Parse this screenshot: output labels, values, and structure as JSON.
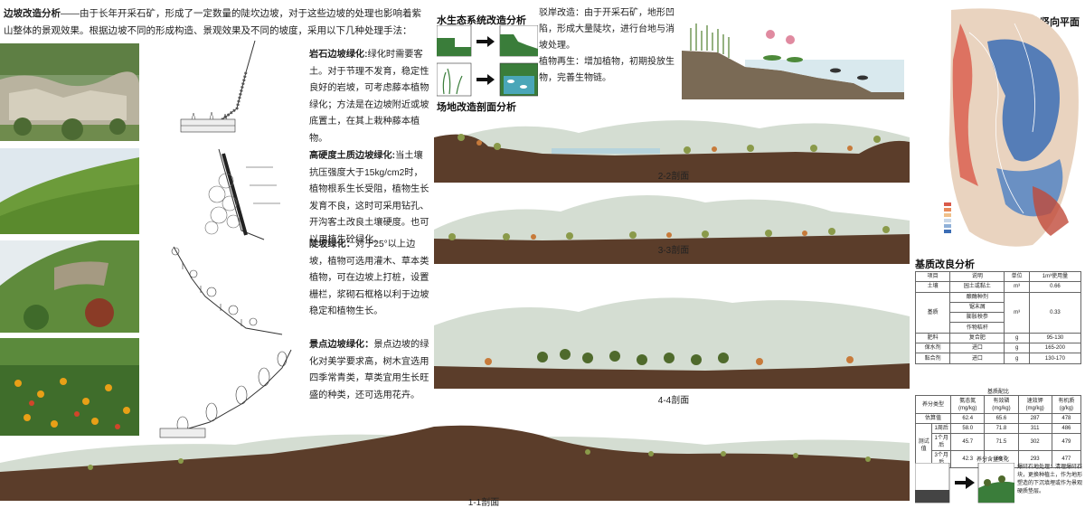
{
  "intro": {
    "title": "边坡改造分析",
    "text": "——由于长年开采石矿，形成了一定数量的陡坎边坡，对于这些边坡的处理也影响着紫山整体的景观效果。根据边坡不同的形成构造、景观效果及不同的坡度，采用以下几种处理手法："
  },
  "methods": [
    {
      "head": "岩石边坡绿化:",
      "text": "绿化时需要客土。对于节理不发育，稳定性良好的岩坡，可考虑藤本植物绿化；方法是在边坡附近或坡底置土，在其上栽种藤本植物。"
    },
    {
      "head": "高硬度土质边坡绿化:",
      "text": "当土壤抗压强度大于15kg/cm2时，植物根系生长受阻，植物生长发育不良，这时可采用钻孔、开沟客土改良土壤硬度。也可以用植生砼绿化。"
    },
    {
      "head": "陡坡绿化：",
      "text": "对于25°以上边坡，植物可选用灌木、草本类植物，可在边坡上打桩，设置栅栏，浆砌石框格以利于边坡稳定和植物生长。"
    },
    {
      "head": "景点边坡绿化：",
      "text": "景点边坡的绿化对美学要求高，树木宜选用四季常青类，草类宜用生长旺盛的种类，还可选用花卉。"
    }
  ],
  "water": {
    "title": "水生态系统改造分析",
    "bank_text": "驳岸改造：由于开采石矿，地形凹陷，形成大量陡坎，进行台地与消坡处理。",
    "plant_text": "植物再生：增加植物，初期投放生物，完善生物链。"
  },
  "site": {
    "title": "场地改造剖面分析",
    "profiles": [
      "2-2剖面",
      "3-3剖面",
      "4-4剖面",
      "1-1剖面"
    ]
  },
  "plan": {
    "title": "设计竖向平面图"
  },
  "soil": {
    "title": "基质改良分析",
    "header": [
      "项目",
      "说明",
      "单位",
      "1m³使用量"
    ],
    "rows": [
      [
        "土壤",
        "园土或黏土",
        "m³",
        "0.66"
      ],
      [
        "基质",
        "酿酶种剂",
        "m³",
        "0.33"
      ],
      [
        "",
        "锯末屑",
        "",
        ""
      ],
      [
        "",
        "膨胀秧参",
        "",
        ""
      ],
      [
        "",
        "作物秸秆",
        "",
        ""
      ],
      [
        "肥料",
        "复合肥",
        "g",
        "95-130"
      ],
      [
        "保水剂",
        "进口",
        "g",
        "165-200"
      ],
      [
        "黏合剂",
        "进口",
        "g",
        "130-170"
      ]
    ]
  },
  "nutrient": {
    "title": "基质配比",
    "header": [
      "养分类型",
      "",
      "氨态氮(mg/kg)",
      "有效磷(mg/kg)",
      "速效钾(mg/kg)",
      "有机质(g/kg)"
    ],
    "rows": [
      [
        "估算值",
        "",
        "62.4",
        "65.6",
        "287",
        "478"
      ],
      [
        "测试值",
        "1周后",
        "58.0",
        "71.8",
        "311",
        "486"
      ],
      [
        "",
        "1个月后",
        "45.7",
        "71.5",
        "302",
        "479"
      ],
      [
        "",
        "3个月后",
        "42.3",
        "69.7",
        "293",
        "477"
      ]
    ]
  },
  "change": {
    "title": "养分含量变化",
    "text": "爆矸石地处理：清理爆矸石块，更换种植土，作为地形塑造的下沉填埋或作为景观硬质垫层。"
  },
  "colors": {
    "soil": "#5b3d2a",
    "soil_light": "#8a6547",
    "hill": "#b8c6b4",
    "hill_far": "#d4ddd2",
    "plan_blue": "#3b6db5",
    "plan_red": "#d95a4a"
  }
}
